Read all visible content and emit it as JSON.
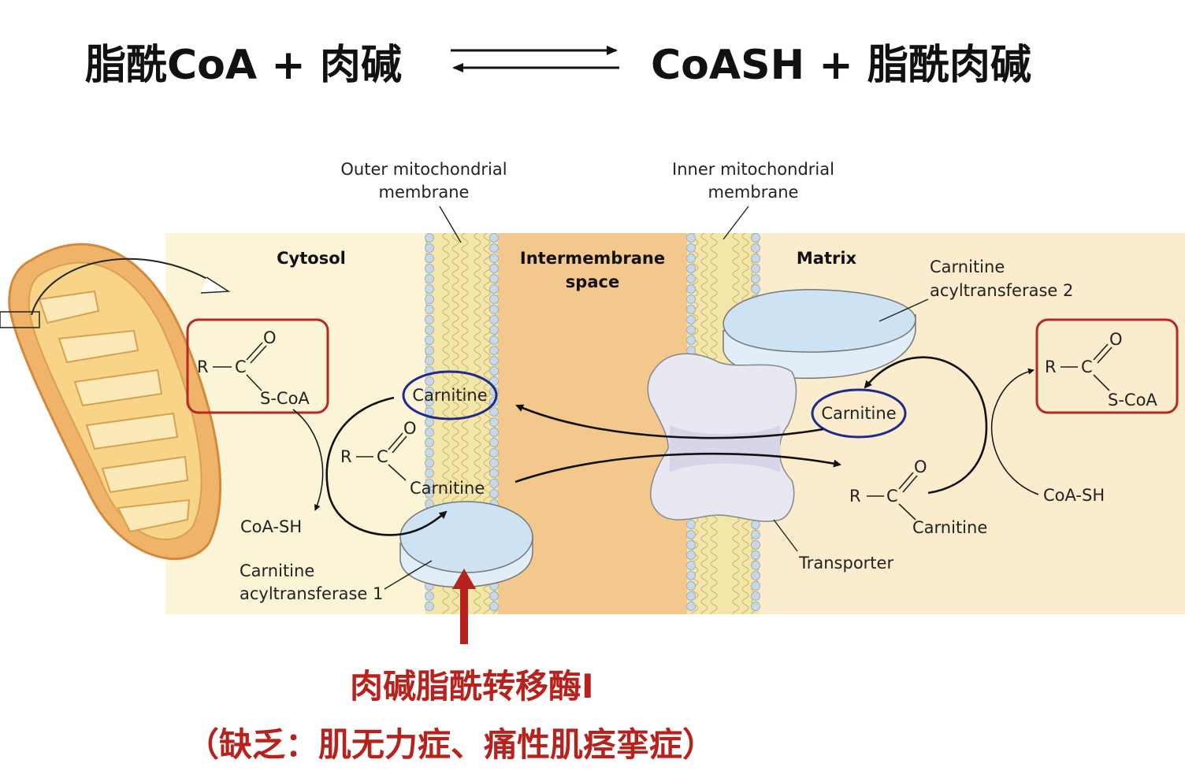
{
  "equation": {
    "left": "脂酰CoA + 肉碱",
    "right": "CoASH + 脂酰肉碱"
  },
  "labels": {
    "outer_membrane_line1": "Outer mitochondrial",
    "outer_membrane_line2": "membrane",
    "inner_membrane_line1": "Inner mitochondrial",
    "inner_membrane_line2": "membrane",
    "cytosol": "Cytosol",
    "intermembrane_line1": "Intermembrane",
    "intermembrane_line2": "space",
    "matrix": "Matrix",
    "cat2_line1": "Carnitine",
    "cat2_line2": "acyltransferase 2",
    "cat1_line1": "Carnitine",
    "cat1_line2": "acyltransferase 1",
    "transporter": "Transporter",
    "carnitine": "Carnitine",
    "coa_sh": "CoA-SH",
    "s_coa": "S-CoA",
    "r": "R",
    "c": "C",
    "o": "O"
  },
  "annotation": {
    "enzyme": "肉碱脂酰转移酶I",
    "deficiency": "（缺乏：肌无力症、痛性肌痉挛症）"
  },
  "colors": {
    "cytosol": "#fbf4d7",
    "intermembrane": "#f2c88c",
    "matrix": "#fbeccd",
    "membrane": "#f3e6a8",
    "lipid_head": "#c9d8e6",
    "enzyme": "#cde3f3",
    "transporter": "#e8e8f3",
    "red_box": "#b32a22",
    "blue_ellipse": "#1e2a8c",
    "red_text": "#b8221c",
    "mito_outer": "#f0b36a",
    "mito_inner": "#f7d488"
  }
}
